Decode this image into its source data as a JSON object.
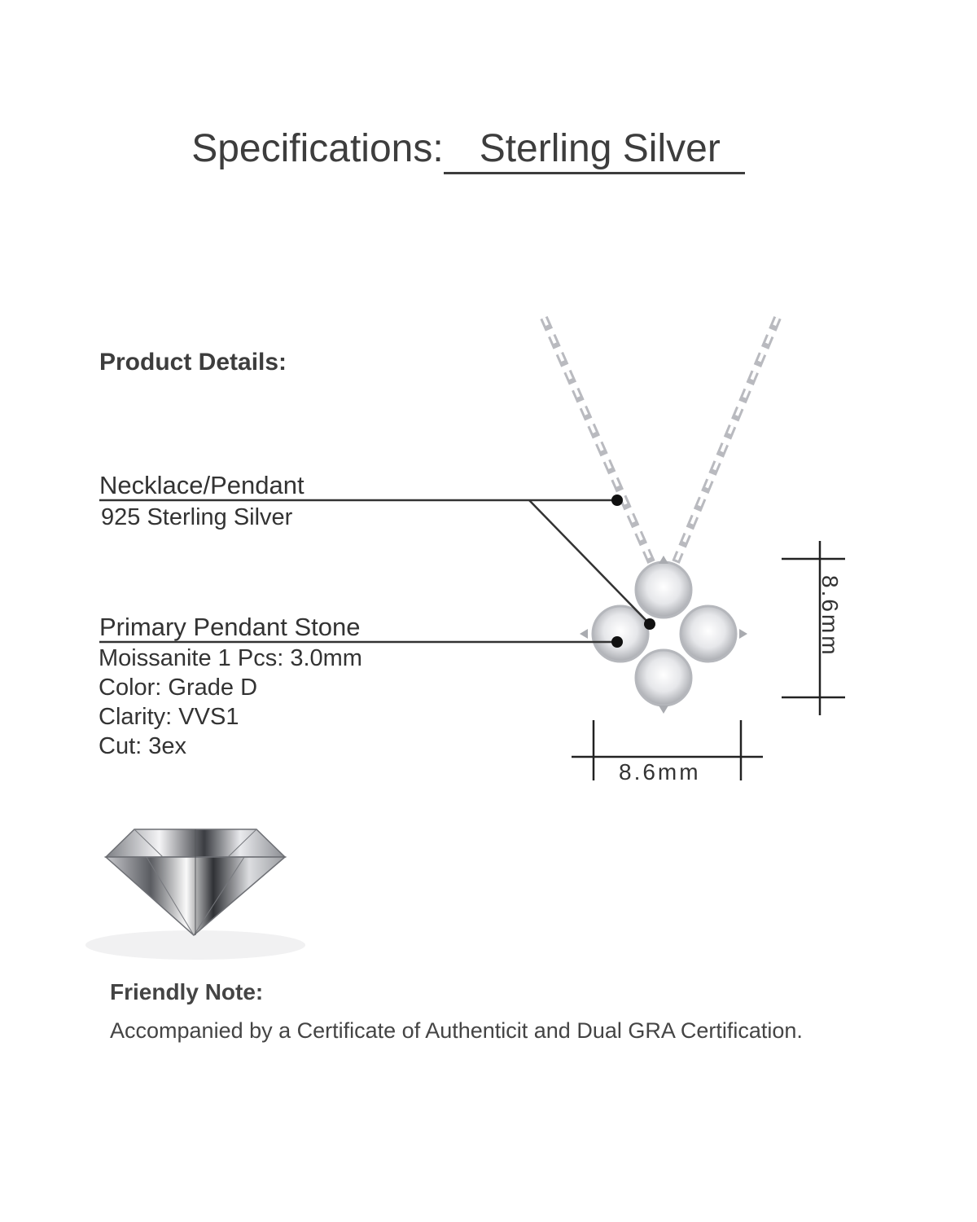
{
  "header": {
    "label": "Specifications:",
    "value": "Sterling Silver"
  },
  "product_details": {
    "heading": "Product Details:"
  },
  "necklace": {
    "heading": "Necklace/Pendant",
    "material": "925 Sterling Silver"
  },
  "stone": {
    "heading": "Primary Pendant Stone",
    "lines": [
      "Moissanite 1 Pcs: 3.0mm",
      "Color: Grade D",
      "Clarity: VVS1",
      "Cut: 3ex"
    ]
  },
  "dimensions": {
    "height": "8.6mm",
    "width": "8.6mm"
  },
  "note": {
    "heading": "Friendly Note:",
    "text": "Accompanied by a Certificate of Authenticit and Dual GRA Certification."
  },
  "colors": {
    "text": "#3d3d3d",
    "silver": "#c9c9cc",
    "chain": "#9a9aa0"
  },
  "icons": [
    "necklace-illustration",
    "pendant-illustration",
    "moissanite-gem-image"
  ]
}
